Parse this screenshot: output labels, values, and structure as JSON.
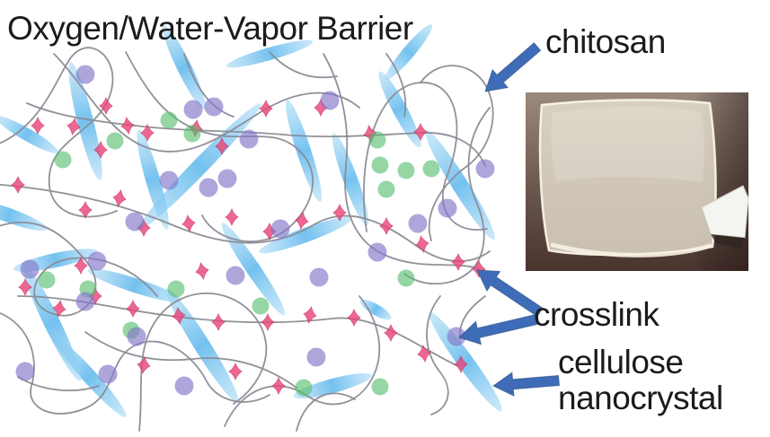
{
  "title": {
    "text": "Oxygen/Water-Vapor Barrier"
  },
  "labels": {
    "chitosan": "chitosan",
    "crosslink": "crosslink",
    "cellulose_line1": "cellulose",
    "cellulose_line2": "nanocrystal"
  },
  "legend": [
    {
      "symbol": "thin-gray-curve",
      "meaning": "chitosan"
    },
    {
      "symbol": "pink-diamond",
      "meaning": "crosslink"
    },
    {
      "symbol": "blue-ellipse",
      "meaning": "cellulose nanocrystal"
    }
  ],
  "colors": {
    "background": "#ffffff",
    "text": "#1b1b1b",
    "arrow_fill": "#3e6cb8",
    "arrow_edge": "#27497e",
    "chitosan_chain": "#8b8b95",
    "nanocrystal_core": "#6cbeee",
    "nanocrystal_tip": "#a0d6f5",
    "crosslink_fill": "#e8487a",
    "crosslink_edge": "#d03064",
    "green_node": "#55bd6d",
    "purple_node": "#8478c9",
    "photo_bg_top": "#9b8a7e",
    "photo_bg_mid": "#6d5a50",
    "photo_bg_bottom": "#49332e",
    "film": "#e8e2d2",
    "spatula": "#f4f4f1"
  },
  "arrows": [
    {
      "name": "chitosan-arrow",
      "tail": [
        598,
        52
      ],
      "tip": [
        540,
        102
      ]
    },
    {
      "name": "crosslink-arrow-upper",
      "tail": [
        601,
        348
      ],
      "tip": [
        531,
        301
      ]
    },
    {
      "name": "crosslink-arrow-lower",
      "tail": [
        597,
        356
      ],
      "tip": [
        511,
        376
      ]
    },
    {
      "name": "cellulose-arrow",
      "tail": [
        622,
        424
      ],
      "tip": [
        549,
        430
      ]
    }
  ],
  "network": {
    "ellipses": [
      [
        95,
        135,
        68,
        9,
        76
      ],
      [
        205,
        75,
        52,
        8,
        64
      ],
      [
        300,
        60,
        50,
        7,
        -16
      ],
      [
        222,
        186,
        98,
        9,
        -46
      ],
      [
        170,
        200,
        58,
        8,
        74
      ],
      [
        282,
        300,
        62,
        8,
        56
      ],
      [
        150,
        318,
        55,
        8,
        18
      ],
      [
        225,
        385,
        75,
        9,
        58
      ],
      [
        100,
        420,
        60,
        8,
        48
      ],
      [
        62,
        290,
        48,
        8,
        -12
      ],
      [
        58,
        360,
        72,
        9,
        64
      ],
      [
        10,
        240,
        45,
        8,
        20
      ],
      [
        338,
        168,
        60,
        8,
        72
      ],
      [
        390,
        200,
        55,
        8,
        70
      ],
      [
        445,
        122,
        48,
        8,
        62
      ],
      [
        512,
        206,
        72,
        9,
        58
      ],
      [
        340,
        262,
        55,
        8,
        -20
      ],
      [
        418,
        345,
        20,
        6,
        30
      ],
      [
        518,
        403,
        68,
        9,
        54
      ],
      [
        455,
        58,
        40,
        7,
        -50
      ],
      [
        370,
        430,
        45,
        8,
        -15
      ],
      [
        30,
        150,
        40,
        7,
        30
      ]
    ],
    "chains": [
      "M -15 165 C 40 150 60 95 75 70 C 95 35 130 60 125 95 C 118 145 60 150 55 195 C 50 240 95 250 130 235",
      "M -10 255 C 40 235 70 260 95 290 C 125 325 90 360 60 350 C 25 340 35 300 70 290 C 110 280 150 300 175 330",
      "M -12 345 C 30 355 45 395 35 430 C 28 455 60 470 95 455 C 130 440 120 400 150 385 C 180 370 215 395 230 425 C 242 448 275 455 300 440",
      "M 60 60 C 95 95 120 150 165 165 C 210 180 250 150 290 125 C 330 100 370 95 400 120",
      "M 140 58 C 160 95 180 130 220 145 C 265 162 300 140 330 165 C 360 190 350 230 320 255 C 290 280 240 270 225 240",
      "M 205 60 C 215 90 230 120 260 130",
      "M 30 115 C 65 130 105 135 150 140 C 210 147 260 145 315 150 C 370 155 420 150 470 148 C 505 147 530 160 540 185",
      "M -10 205 C 60 210 130 225 190 250 C 250 275 300 280 350 250 C 390 227 430 250 465 275 C 495 296 525 295 545 280",
      "M 20 330 C 80 330 130 345 190 352 C 250 360 310 362 370 355 C 420 349 470 390 510 408",
      "M 155 480 C 160 430 150 390 175 355 C 205 315 260 320 285 355 C 310 390 290 430 260 450",
      "M 250 475 C 270 430 310 420 340 440 C 370 460 400 450 415 420 C 430 390 420 355 400 330",
      "M 330 480 C 340 440 370 430 395 445",
      "M 408 258 C 396 175 420 95 468 92 C 510 90 518 145 498 195 C 482 234 505 262 542 255",
      "M 468 92 C 490 62 530 70 543 100 C 557 132 543 168 520 185 C 495 203 470 235 480 268",
      "M 360 60 C 380 95 390 140 385 185 C 380 235 395 270 430 285 C 470 302 510 290 533 300",
      "M 545 120 C 520 150 515 190 530 225 C 545 258 540 290 520 305 C 500 320 470 320 450 305",
      "M 430 60 C 445 80 455 105 450 130",
      "M 490 330 C 470 355 470 390 490 415 C 505 434 500 455 480 462",
      "M 300 58 C 320 80 345 90 375 85",
      "M 95 370 C 130 395 170 405 215 400 C 260 395 300 410 330 432",
      "M 20 420 C 45 435 80 440 110 430",
      "M 540 330 C 520 345 510 360 512 378"
    ],
    "crosslinks": [
      [
        42,
        140,
        0
      ],
      [
        82,
        141,
        10
      ],
      [
        112,
        167,
        0
      ],
      [
        142,
        140,
        -8
      ],
      [
        164,
        148,
        0
      ],
      [
        218,
        143,
        8
      ],
      [
        247,
        163,
        0
      ],
      [
        296,
        121,
        0
      ],
      [
        357,
        120,
        0
      ],
      [
        412,
        149,
        -10
      ],
      [
        468,
        147,
        0
      ],
      [
        533,
        300,
        0
      ],
      [
        20,
        206,
        0
      ],
      [
        95,
        234,
        0
      ],
      [
        133,
        221,
        10
      ],
      [
        160,
        254,
        0
      ],
      [
        210,
        249,
        -8
      ],
      [
        258,
        242,
        0
      ],
      [
        300,
        258,
        0
      ],
      [
        336,
        246,
        8
      ],
      [
        378,
        237,
        0
      ],
      [
        430,
        252,
        0
      ],
      [
        470,
        272,
        -10
      ],
      [
        510,
        292,
        0
      ],
      [
        28,
        320,
        0
      ],
      [
        66,
        344,
        8
      ],
      [
        106,
        330,
        0
      ],
      [
        148,
        344,
        0
      ],
      [
        199,
        352,
        -8
      ],
      [
        243,
        359,
        0
      ],
      [
        298,
        359,
        0
      ],
      [
        345,
        351,
        10
      ],
      [
        394,
        354,
        0
      ],
      [
        435,
        371,
        0
      ],
      [
        472,
        394,
        -8
      ],
      [
        513,
        406,
        0
      ],
      [
        90,
        296,
        0
      ],
      [
        160,
        407,
        8
      ],
      [
        262,
        414,
        0
      ],
      [
        310,
        430,
        0
      ],
      [
        225,
        302,
        -10
      ],
      [
        118,
        118,
        0
      ]
    ],
    "green_nodes": [
      [
        70,
        178
      ],
      [
        128,
        157
      ],
      [
        188,
        134
      ],
      [
        214,
        149
      ],
      [
        420,
        156
      ],
      [
        423,
        184
      ],
      [
        430,
        211
      ],
      [
        452,
        190
      ],
      [
        480,
        188
      ],
      [
        52,
        312
      ],
      [
        98,
        322
      ],
      [
        146,
        368
      ],
      [
        196,
        322
      ],
      [
        290,
        341
      ],
      [
        452,
        310
      ],
      [
        338,
        432
      ],
      [
        423,
        431
      ]
    ],
    "purple_nodes": [
      [
        95,
        83
      ],
      [
        215,
        122
      ],
      [
        238,
        119
      ],
      [
        367,
        112
      ],
      [
        277,
        155
      ],
      [
        188,
        201
      ],
      [
        253,
        199
      ],
      [
        232,
        209
      ],
      [
        150,
        247
      ],
      [
        108,
        291
      ],
      [
        33,
        300
      ],
      [
        95,
        336
      ],
      [
        152,
        375
      ],
      [
        28,
        414
      ],
      [
        120,
        417
      ],
      [
        205,
        430
      ],
      [
        262,
        307
      ],
      [
        312,
        255
      ],
      [
        355,
        309
      ],
      [
        420,
        281
      ],
      [
        465,
        249
      ],
      [
        498,
        232
      ],
      [
        540,
        188
      ],
      [
        508,
        375
      ],
      [
        352,
        398
      ]
    ]
  }
}
